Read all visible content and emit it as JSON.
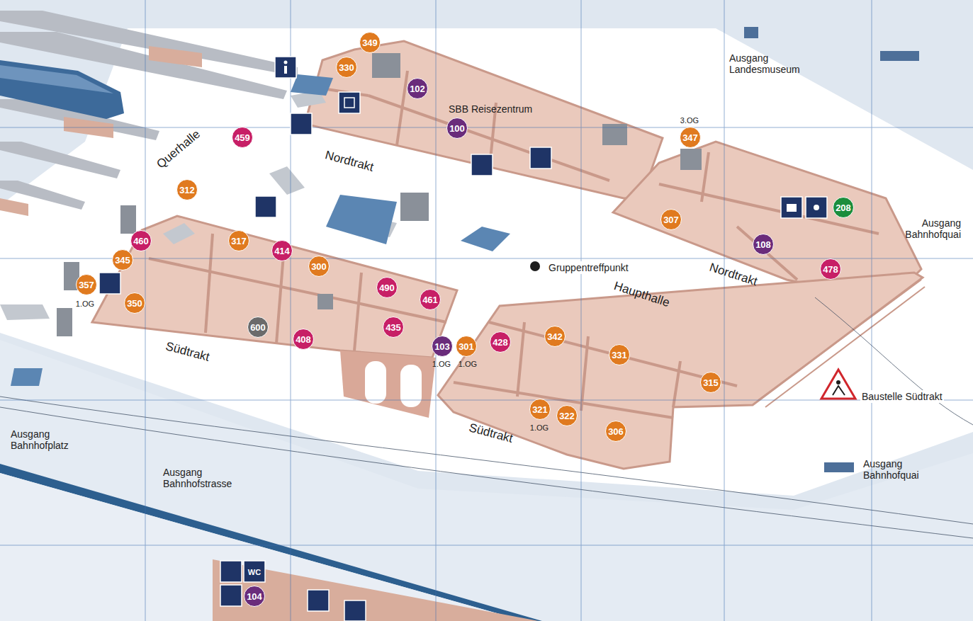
{
  "diagram": {
    "nodes": [
      {
        "text": [
          "349"
        ]
      },
      {
        "text": [
          "330"
        ]
      },
      {
        "text": [
          "102"
        ]
      },
      {
        "text": [
          "100"
        ]
      },
      {
        "text": [
          "459"
        ]
      },
      {
        "text": [
          "347"
        ]
      },
      {
        "text": [
          "312"
        ]
      },
      {
        "text": [
          "208"
        ]
      },
      {
        "text": [
          "307"
        ]
      },
      {
        "text": [
          "460"
        ]
      },
      {
        "text": [
          "317"
        ]
      },
      {
        "text": [
          "414"
        ]
      },
      {
        "text": [
          "108"
        ]
      },
      {
        "text": [
          "345"
        ]
      },
      {
        "text": [
          "300"
        ]
      },
      {
        "text": [
          "478"
        ]
      },
      {
        "text": [
          "357"
        ]
      },
      {
        "text": [
          "490"
        ]
      },
      {
        "text": [
          "461"
        ]
      },
      {
        "text": [
          "350"
        ]
      },
      {
        "text": [
          "600"
        ]
      },
      {
        "text": [
          "435"
        ]
      },
      {
        "text": [
          "408"
        ]
      },
      {
        "text": [
          "342"
        ]
      },
      {
        "text": [
          "103"
        ]
      },
      {
        "text": [
          "301"
        ]
      },
      {
        "text": [
          "428"
        ]
      },
      {
        "text": [
          "331"
        ]
      },
      {
        "text": [
          "315"
        ]
      },
      {
        "text": [
          "321"
        ]
      },
      {
        "text": [
          "322"
        ]
      },
      {
        "text": [
          "306"
        ]
      },
      {
        "text": [
          "104"
        ]
      }
    ],
    "labels": [
      "Ausgang Landesmuseum",
      "SBB Reisezentrum",
      "Querhalle",
      "Nordtrakt",
      "3.OG",
      "Ausgang Bahnhofquai",
      "Gruppentreffpunkt",
      "Nordtrakt",
      "Haupthalle",
      "1.OG",
      "Südtrakt",
      "1.OG",
      "1.OG",
      "Baustelle Südtrakt",
      "1.OG",
      "Südtrakt",
      "Ausgang Bahnhofplatz",
      "Ausgang Bahnhofquai",
      "Ausgang Bahnhofstrasse",
      "WC"
    ]
  }
}
